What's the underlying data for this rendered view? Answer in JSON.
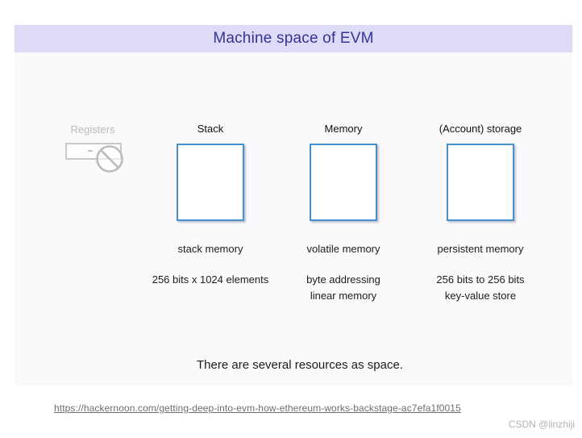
{
  "title": "Machine space of EVM",
  "registers": {
    "label": "Registers",
    "icon": "prohibited-icon"
  },
  "columns": [
    {
      "label": "Stack",
      "caption": "stack memory",
      "details": [
        "256 bits x 1024 elements"
      ]
    },
    {
      "label": "Memory",
      "caption": "volatile memory",
      "details": [
        "byte addressing",
        "linear memory"
      ]
    },
    {
      "label": "(Account) storage",
      "caption": "persistent memory",
      "details": [
        "256 bits to 256 bits",
        "key-value store"
      ]
    }
  ],
  "note": "There are several resources as space.",
  "link": {
    "text": "https://hackernoon.com/getting-deep-into-evm-how-ethereum-works-backstage-ac7efa1f0015"
  },
  "watermark": "CSDN @linzhiji",
  "colors": {
    "band": "#dedbf6",
    "title_text": "#33339b",
    "slide_bg": "#fafafd",
    "box_border": "#4590cb",
    "gray_icon": "#bcbcbc",
    "link_text": "#6e6e6e",
    "watermark_text": "#b3b3b3"
  }
}
